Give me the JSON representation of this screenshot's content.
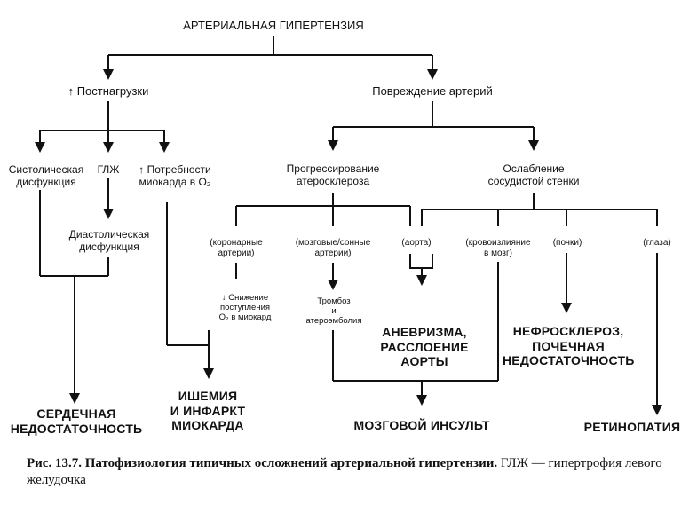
{
  "diagram": {
    "root": "АРТЕРИАЛЬНАЯ ГИПЕРТЕНЗИЯ",
    "afterload": "↑ Постнагрузки",
    "artery_damage": "Повреждение артерий",
    "systolic": [
      "Систолическая",
      "дисфункция"
    ],
    "lvh": "ГЛЖ",
    "myocardial_demand": [
      "↑ Потребности",
      "миокарда в O₂"
    ],
    "atherosclerosis": [
      "Прогрессирование",
      "атеросклероза"
    ],
    "vessel_wall": [
      "Ослабление",
      "сосудистой стенки"
    ],
    "diastolic": [
      "Диастолическая",
      "дисфункция"
    ],
    "coronary": [
      "(коронарные",
      "артерии)"
    ],
    "cerebral": [
      "(мозговые/сонные",
      "артерии)"
    ],
    "aorta": "(аорта)",
    "hemorrhage": [
      "(кровоизлияние",
      "в мозг)"
    ],
    "kidneys": "(почки)",
    "eyes": "(глаза)",
    "o2_supply": [
      "↓ Снижение",
      "поступления",
      "O₂ в миокард"
    ],
    "thrombosis": [
      "Тромбоз",
      "и",
      "атероэмболия"
    ],
    "aneurysm": [
      "АНЕВРИЗМА,",
      "РАССЛОЕНИЕ",
      "АОРТЫ"
    ],
    "nephrosclerosis": [
      "НЕФРОСКЛЕРОЗ,",
      "ПОЧЕЧНАЯ",
      "НЕДОСТАТОЧНОСТЬ"
    ],
    "heart_failure": [
      "СЕРДЕЧНАЯ",
      "НЕДОСТАТОЧНОСТЬ"
    ],
    "ischemia": [
      "ИШЕМИЯ",
      "И ИНФАРКТ",
      "МИОКАРДА"
    ],
    "stroke": "МОЗГОВОЙ ИНСУЛЬТ",
    "retinopathy": "РЕТИНОПАТИЯ"
  },
  "caption": {
    "label": "Рис. 13.7. Патофизиология типичных осложнений артериальной гипертензии.",
    "text": "ГЛЖ — гипертрофия левого желудочка"
  }
}
